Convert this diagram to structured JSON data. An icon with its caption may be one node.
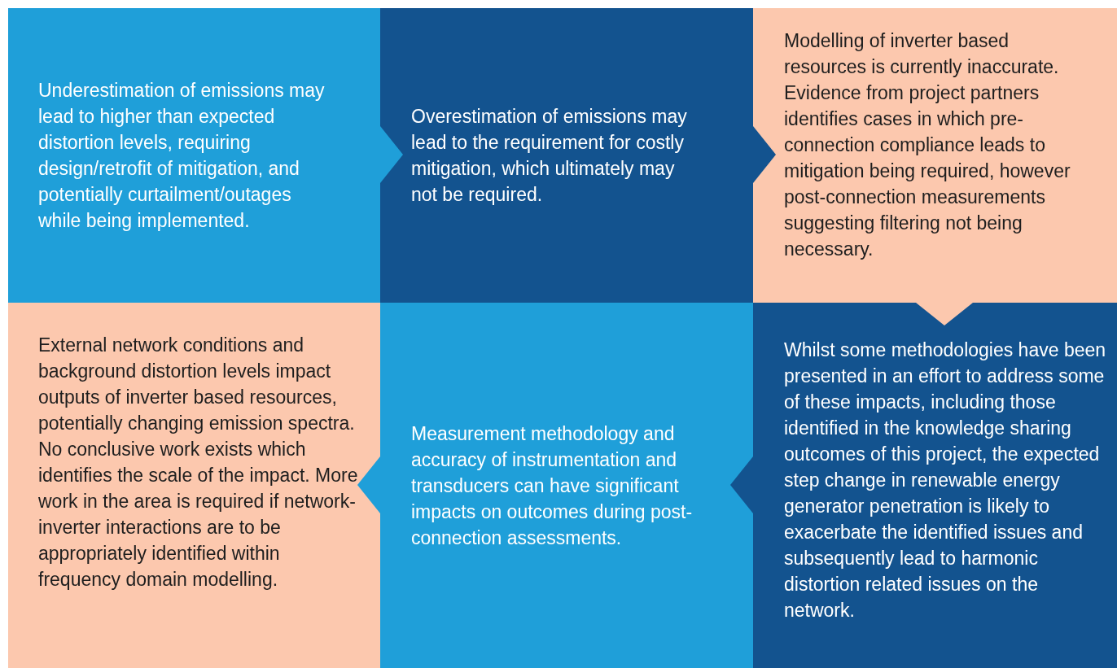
{
  "diagram": {
    "nodes": [
      {
        "text": [
          "Underestimation of emissions may lead to higher than expected distortion levels, requiring design/retrofit of mitigation, and potentially curtailment/outages while being implemented."
        ]
      },
      {
        "text": [
          "Overestimation of emissions may lead to the requirement for costly mitigation, which ultimately may not be required."
        ]
      },
      {
        "text": [
          "Modelling of inverter based resources is currently inaccurate. Evidence from project partners identifies cases in which pre-connection compliance leads to mitigation being required, however post-connection measurements suggesting filtering not being necessary."
        ]
      },
      {
        "text": [
          "External network conditions and background distortion levels impact outputs of inverter based resources, potentially changing emission spectra. No conclusive work exists which identifies the scale of the impact. More work in the area is required if network-inverter interactions are to be appropriately identified within frequency domain modelling."
        ]
      },
      {
        "text": [
          "Measurement methodology and accuracy of instrumentation and transducers can have significant impacts on outcomes during post-connection assessments."
        ]
      },
      {
        "text": [
          "Whilst some methodologies have been presented in an effort to address some of these impacts, including those identified in the knowledge sharing outcomes of this project, the expected step change in renewable energy generator penetration is likely to exacerbate the identified issues and subsequently lead to harmonic distortion related issues on the network."
        ]
      }
    ],
    "edges": [
      {
        "from": 0,
        "to": 1,
        "arrow": "to"
      },
      {
        "from": 1,
        "to": 2,
        "arrow": "to"
      },
      {
        "from": 2,
        "to": 5,
        "arrow": "to"
      },
      {
        "from": 5,
        "to": 4,
        "arrow": "to"
      },
      {
        "from": 4,
        "to": 3,
        "arrow": "to"
      }
    ]
  }
}
